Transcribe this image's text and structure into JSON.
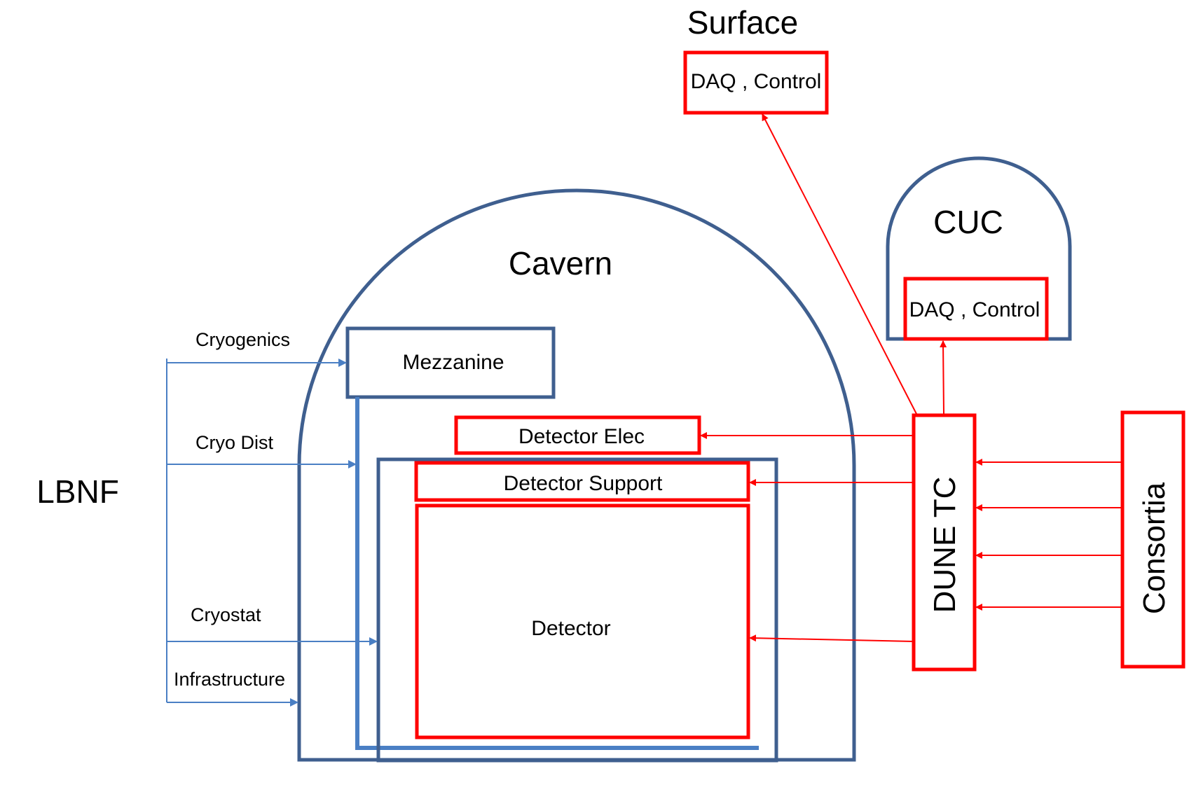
{
  "colors": {
    "navy": "#3f5f8f",
    "red": "#ff0000",
    "blue_arrow": "#4a7fc4"
  },
  "labels": {
    "surface": "Surface",
    "surface_box": "DAQ , Control",
    "cuc": "CUC",
    "cuc_box": "DAQ , Control",
    "cavern": "Cavern",
    "mezzanine": "Mezzanine",
    "detector_elec": "Detector Elec",
    "detector_support": "Detector Support",
    "detector": "Detector",
    "dune_tc": "DUNE TC",
    "consortia": "Consortia",
    "lbnf": "LBNF",
    "cryogenics": "Cryogenics",
    "cryo_dist": "Cryo Dist",
    "cryostat": "Cryostat",
    "infrastructure": "Infrastructure"
  }
}
